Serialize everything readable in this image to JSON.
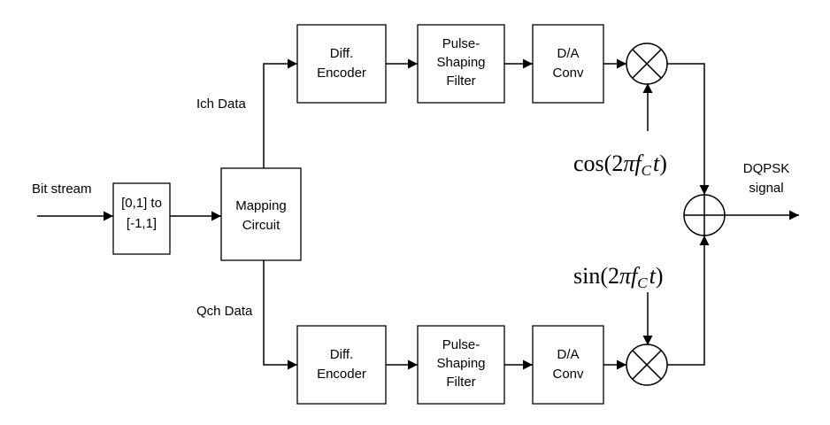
{
  "labels": {
    "bit_stream": "Bit stream",
    "converter": [
      "[0,1] to",
      "[-1,1]"
    ],
    "mapping": [
      "Mapping",
      "Circuit"
    ],
    "ich_data": "Ich Data",
    "qch_data": "Qch Data",
    "diff_encoder": [
      "Diff.",
      "Encoder"
    ],
    "pulse_filter": [
      "Pulse-",
      "Shaping",
      "Filter"
    ],
    "dac": [
      "D/A",
      "Conv"
    ],
    "output": [
      "DQPSK",
      "signal"
    ]
  },
  "carriers": {
    "cos": {
      "fn": "cos",
      "open": "(2",
      "pi": "π",
      "f": "f",
      "sub": "C",
      "t": "t",
      "close": ")"
    },
    "sin": {
      "fn": "sin",
      "open": "(2",
      "pi": "π",
      "f": "f",
      "sub": "C",
      "t": "t",
      "close": ")"
    }
  }
}
